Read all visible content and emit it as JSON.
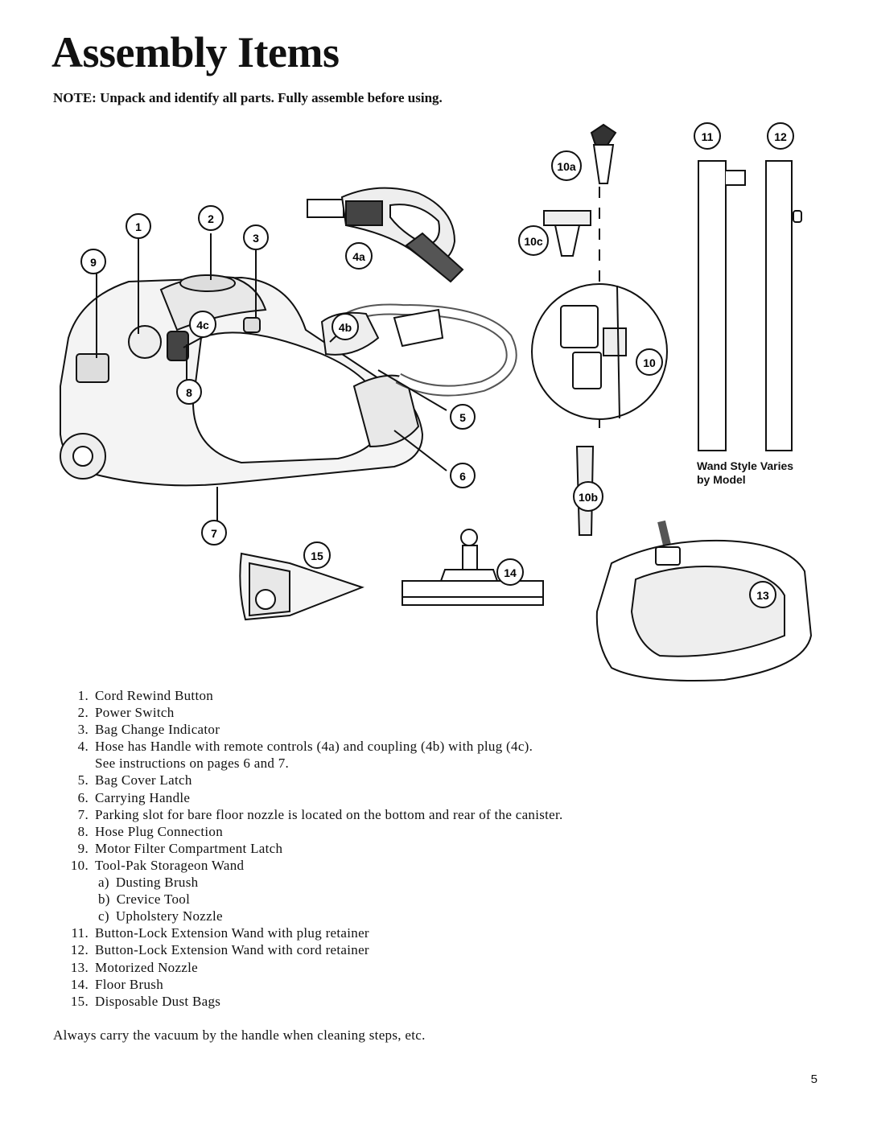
{
  "title": "Assembly Items",
  "note": "NOTE: Unpack and identify all parts. Fully assemble before using.",
  "callouts": {
    "c1": "1",
    "c2": "2",
    "c3": "3",
    "c4a": "4a",
    "c4b": "4b",
    "c4c": "4c",
    "c5": "5",
    "c6": "6",
    "c7": "7",
    "c8": "8",
    "c9": "9",
    "c10": "10",
    "c10a": "10a",
    "c10b": "10b",
    "c10c": "10c",
    "c11": "11",
    "c12": "12",
    "c13": "13",
    "c14": "14",
    "c15": "15"
  },
  "wand_note": [
    "Wand Style Varies",
    "by Model"
  ],
  "parts": [
    {
      "num": "1.",
      "text": "Cord Rewind Button"
    },
    {
      "num": "2.",
      "text": "Power Switch"
    },
    {
      "num": "3.",
      "text": "Bag Change Indicator"
    },
    {
      "num": "4.",
      "text": "Hose has Handle with remote controls (4a) and coupling (4b) with plug (4c)."
    },
    {
      "num": "",
      "text": "See instructions on pages 6 and 7."
    },
    {
      "num": "5.",
      "text": "Bag Cover Latch"
    },
    {
      "num": "6.",
      "text": "Carrying Handle"
    },
    {
      "num": "7.",
      "text": "Parking slot for bare floor nozzle is located on the bottom and rear of the canister."
    },
    {
      "num": "8.",
      "text": "Hose Plug Connection"
    },
    {
      "num": "9.",
      "text": "Motor Filter Compartment Latch"
    },
    {
      "num": "10.",
      "text": "Tool-Pak Storageon Wand"
    },
    {
      "num": "a)",
      "text": "Dusting Brush",
      "sub": true
    },
    {
      "num": "b)",
      "text": "Crevice Tool",
      "sub": true
    },
    {
      "num": "c)",
      "text": "Upholstery Nozzle",
      "sub": true
    },
    {
      "num": "11.",
      "text": "Button-Lock Extension Wand with plug retainer"
    },
    {
      "num": "12.",
      "text": "Button-Lock Extension Wand with cord retainer"
    },
    {
      "num": "13.",
      "text": "Motorized Nozzle"
    },
    {
      "num": "14.",
      "text": "Floor Brush"
    },
    {
      "num": "15.",
      "text": "Disposable Dust Bags"
    }
  ],
  "footer": "Always carry the vacuum by the handle when cleaning steps, etc.",
  "page_number": "5"
}
